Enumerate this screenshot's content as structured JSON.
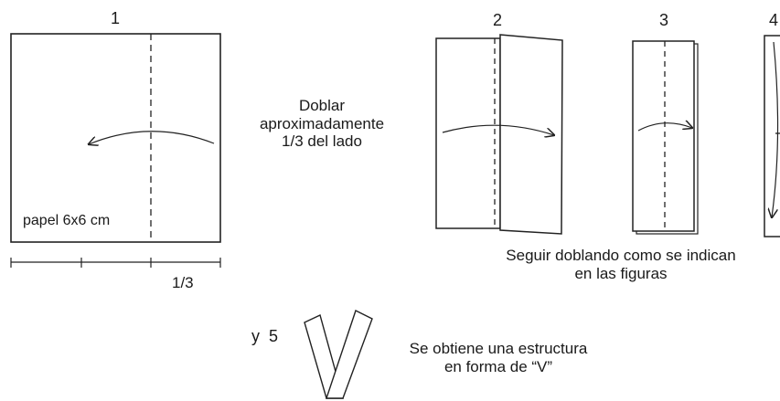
{
  "figures": {
    "fig1": {
      "number": "1",
      "paper_label": "papel 6x6 cm",
      "fraction_label": "1/3"
    },
    "fig2": {
      "number": "2"
    },
    "fig3": {
      "number": "3"
    },
    "fig4": {
      "number": "4"
    },
    "fig5": {
      "label": "y  5"
    }
  },
  "instructions": {
    "fold": [
      "Doblar",
      "aproximadamente",
      "1/3 del lado"
    ],
    "continue": [
      "Seguir doblando como se indican",
      "en las figuras"
    ],
    "result": [
      "Se obtiene una estructura",
      "en forma de “V”"
    ]
  }
}
